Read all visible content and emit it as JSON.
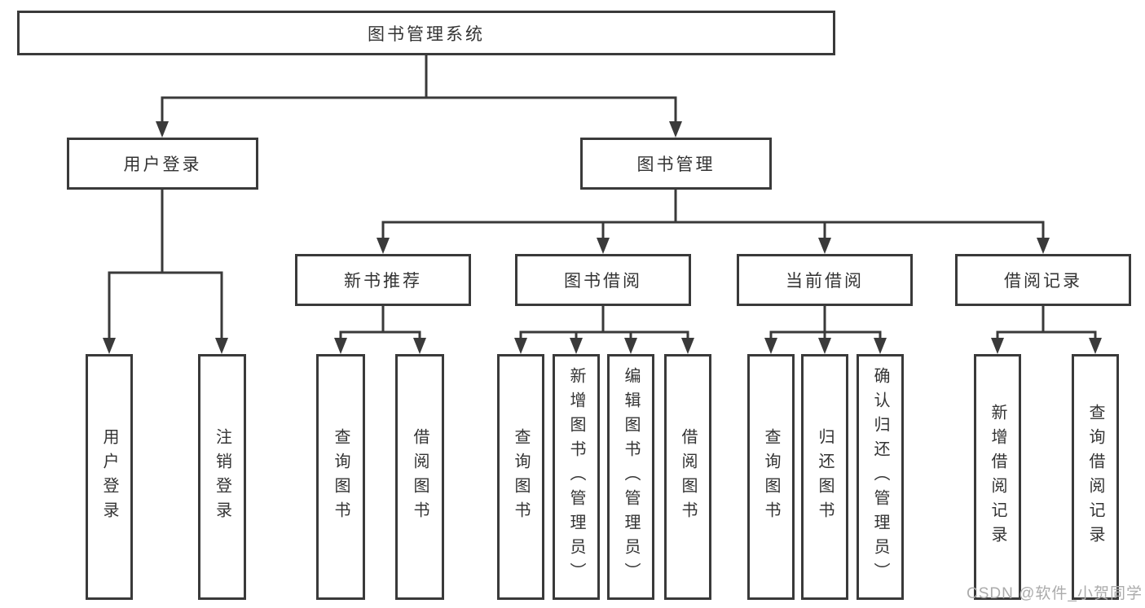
{
  "tree": {
    "label": "图书管理系统",
    "children": [
      {
        "label": "用户登录",
        "children": [
          {
            "label": "用户登录"
          },
          {
            "label": "注销登录"
          }
        ]
      },
      {
        "label": "图书管理",
        "children": [
          {
            "label": "新书推荐",
            "children": [
              {
                "label": "查询图书"
              },
              {
                "label": "借阅图书"
              }
            ]
          },
          {
            "label": "图书借阅",
            "children": [
              {
                "label": "查询图书"
              },
              {
                "label": "新增图书（管理员）"
              },
              {
                "label": "编辑图书（管理员）"
              },
              {
                "label": "借阅图书"
              }
            ]
          },
          {
            "label": "当前借阅",
            "children": [
              {
                "label": "查询图书"
              },
              {
                "label": "归还图书"
              },
              {
                "label": "确认归还（管理员）"
              }
            ]
          },
          {
            "label": "借阅记录",
            "children": [
              {
                "label": "新增借阅记录"
              },
              {
                "label": "查询借阅记录"
              }
            ]
          }
        ]
      }
    ]
  },
  "watermark": "CSDN @软件_小贺同学",
  "colors": {
    "line": "#3a3a3a",
    "text": "#333333",
    "background": "#ffffff",
    "watermark": "#ababab"
  }
}
